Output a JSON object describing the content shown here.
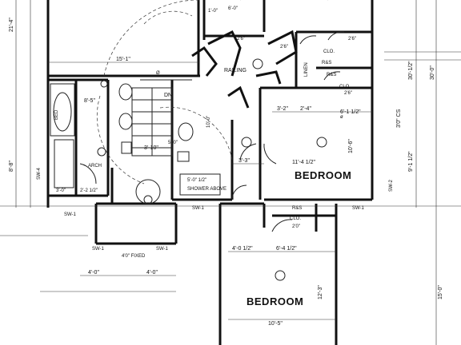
{
  "rooms": {
    "bedroom_upper": "BEDROOM",
    "bedroom_lower": "BEDROOM"
  },
  "labels": {
    "railing": "RAILING",
    "dn": "DN",
    "linen": "LINEN",
    "clo_1": "CLO.",
    "clo_2": "CLO.",
    "clo_3": "CLO.",
    "rs_1": "R&S",
    "rs_2": "R&S",
    "rs_3": "R&S",
    "shower": "SHOWER ABOVE",
    "shower_dim": "5'-0\" 1/2\"",
    "arch": "ARCH",
    "bed_1": "BED",
    "fixed": "4'0\" FIXED",
    "sw1_a": "SW-1",
    "sw1_b": "SW-1",
    "sw1_c": "SW-1",
    "sw1_d": "SW-1",
    "sw1_e": "SW-1",
    "sw2": "SW-2",
    "sw4": "SW-4",
    "ceiling_1": "Ø",
    "phi_2": "ø"
  },
  "dimensions": {
    "d_15_1": "15'-1\"",
    "d_8_5": "8'-5\"",
    "d_3_10": "3'-10\"",
    "d_3_2": "3'-2\"",
    "d_2_4": "2'-4\"",
    "d_6_1_2": "6'-1 1/2\"",
    "d_11_4_1_2": "11'-4 1/2\"",
    "d_3_3": "3'-3\"",
    "d_10_6": "10'-6\"",
    "d_9_1_2": "9'-1 1/2\"",
    "d_4_0_1_2": "4'-0 1/2\"",
    "d_6_4_1_2": "6'-4 1/2\"",
    "d_4_0_a": "4'-0\"",
    "d_4_0_b": "4'-0\"",
    "d_10_5": "10'-5\"",
    "d_12_3": "12'-3\"",
    "d_30_1_2": "30'-1/2\"",
    "d_30_0": "30'-0\"",
    "d_15_0": "15'-0\"",
    "d_8_8": "8'-8\"",
    "d_21_4": "21'-4\"",
    "d_3_0": "3'0\" CS",
    "d_2_6_a": "2'6\"",
    "d_2_6_b": "2'6\"",
    "d_2_6_c": "2'6\"",
    "d_2_6_d": "2'6\"",
    "d_1_0": "1'-0\"",
    "d_6_0": "6'-0\"",
    "d_5_0": "5'-0\"",
    "d_3_0_b": "3'-0\"",
    "d_2_2_1_2": "2'-2 1/2\"",
    "d_2_0": "2'0\"",
    "d_10_0": "10'-0\""
  }
}
